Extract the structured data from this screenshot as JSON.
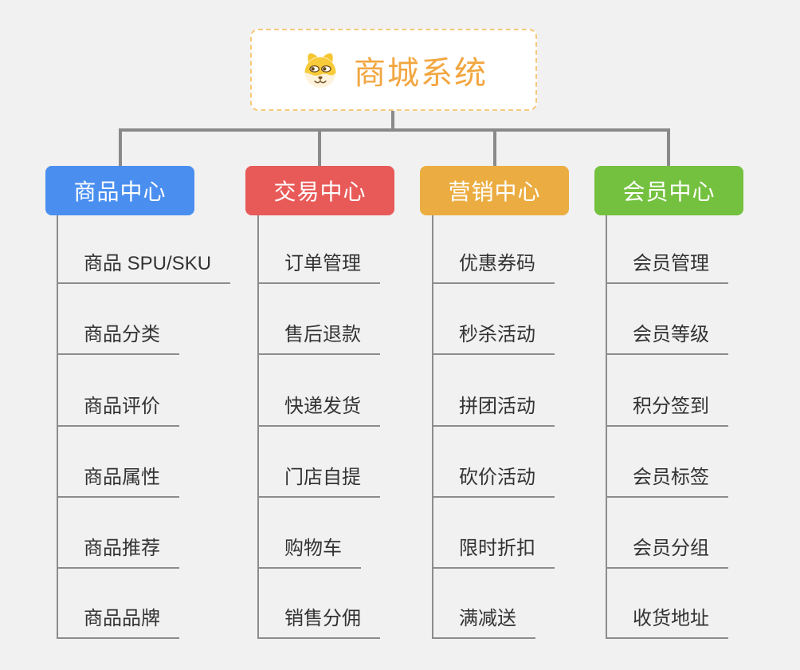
{
  "root": {
    "title": "商城系统",
    "icon": "doge-icon",
    "title_color": "#f2a640",
    "border_color": "#f4c97c"
  },
  "connector_color": "#8a8a8a",
  "branches": [
    {
      "label": "商品中心",
      "color": "#4a8ff0",
      "items": [
        "商品 SPU/SKU",
        "商品分类",
        "商品评价",
        "商品属性",
        "商品推荐",
        "商品品牌"
      ]
    },
    {
      "label": "交易中心",
      "color": "#e85a58",
      "items": [
        "订单管理",
        "售后退款",
        "快递发货",
        "门店自提",
        "购物车",
        "销售分佣"
      ]
    },
    {
      "label": "营销中心",
      "color": "#ebad41",
      "items": [
        "优惠券码",
        "秒杀活动",
        "拼团活动",
        "砍价活动",
        "限时折扣",
        "满减送"
      ]
    },
    {
      "label": "会员中心",
      "color": "#74c13f",
      "items": [
        "会员管理",
        "会员等级",
        "积分签到",
        "会员标签",
        "会员分组",
        "收货地址"
      ]
    }
  ]
}
